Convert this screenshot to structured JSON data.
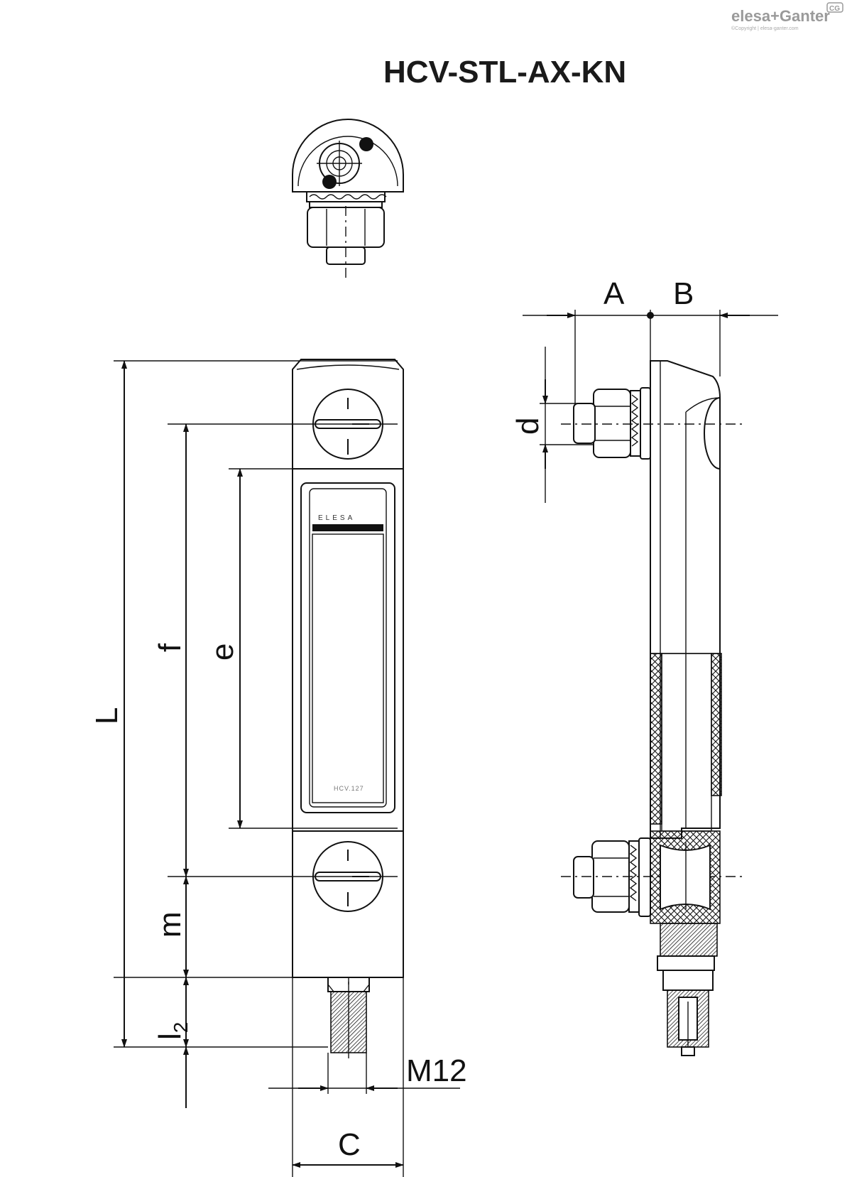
{
  "brand": {
    "logo": "elesa+Ganter",
    "copyright": "©Copyright | elesa-ganter.com",
    "badge": "CG"
  },
  "title": "HCV-STL-AX-KN",
  "dimensions": {
    "A": "A",
    "B": "B",
    "d": "d",
    "L": "L",
    "f": "f",
    "e": "e",
    "m": "m",
    "l2": "l",
    "l2_sub": "2",
    "M12": "M12",
    "C": "C"
  },
  "product_labels": {
    "window_brand": "ELESA",
    "window_code": "HCV.127"
  }
}
